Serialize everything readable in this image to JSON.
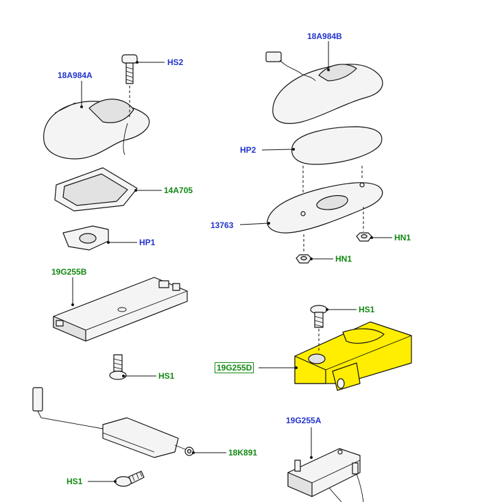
{
  "labels": {
    "p18a984a": "18A984A",
    "phs2": "HS2",
    "p14a705": "14A705",
    "php1": "HP1",
    "p18a984b": "18A984B",
    "php2": "HP2",
    "p13763": "13763",
    "phn1a": "HN1",
    "phn1b": "HN1",
    "p19g255b": "19G255B",
    "phs1a": "HS1",
    "phs1b": "HS1",
    "p19g255d": "19G255D",
    "p19g255a": "19G255A",
    "p18k891": "18K891",
    "phs1c": "HS1"
  },
  "colors": {
    "blue_label": "#2233cc",
    "green_label": "#118811",
    "highlight": "#ffee00"
  }
}
